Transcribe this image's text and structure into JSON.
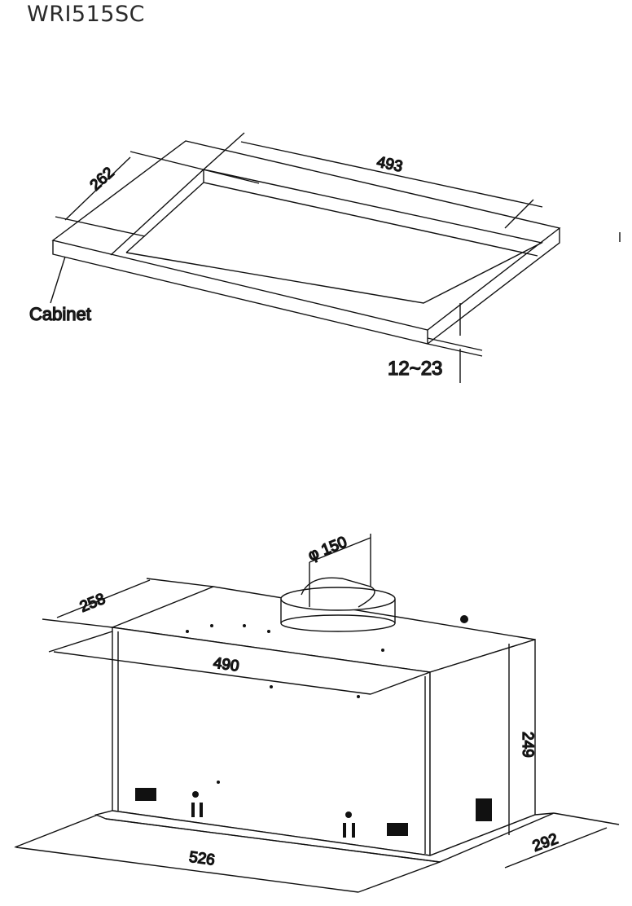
{
  "title": "WRI515SC",
  "diagrams": {
    "cutout": {
      "label_cabinet": "Cabinet",
      "dim_depth": "262",
      "dim_width": "493",
      "dim_thickness": "12~23"
    },
    "hood": {
      "dim_duct": "φ 150",
      "dim_top_depth": "258",
      "dim_body_width": "490",
      "dim_height": "249",
      "dim_base_width": "526",
      "dim_base_depth": "292"
    }
  }
}
